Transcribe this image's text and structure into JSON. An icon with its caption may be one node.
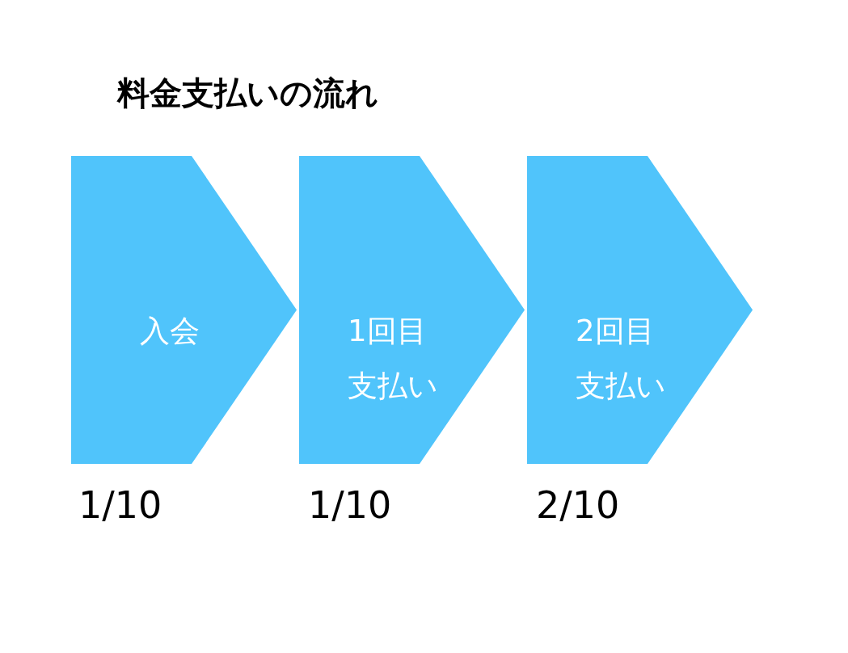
{
  "diagram": {
    "title": "料金支払いの流れ",
    "nodes": [
      {
        "text": [
          "入会"
        ],
        "beside": [
          "1/10"
        ]
      },
      {
        "text": [
          "1回目支払い"
        ],
        "beside": [
          "1/10"
        ]
      },
      {
        "text": [
          "2回目支払い"
        ],
        "beside": [
          "2/10"
        ]
      }
    ]
  }
}
